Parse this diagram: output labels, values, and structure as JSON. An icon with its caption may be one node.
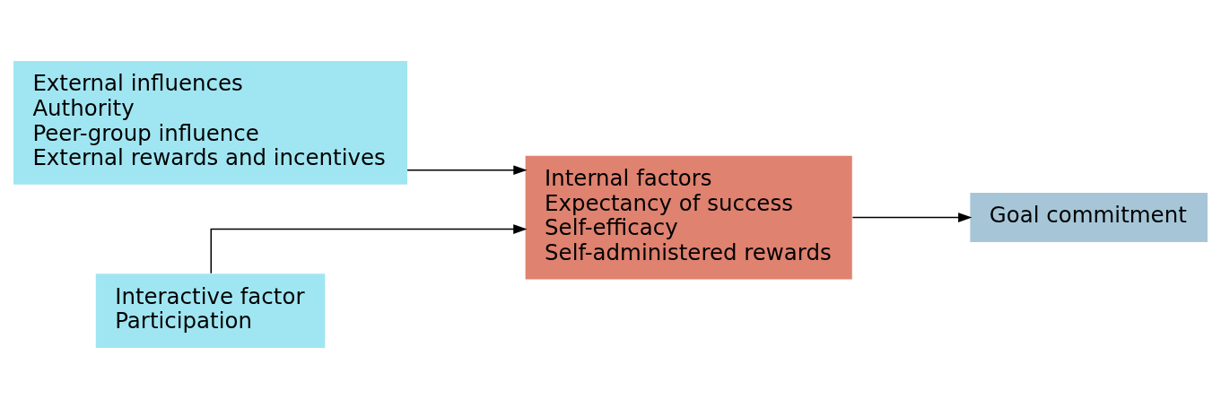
{
  "diagram": {
    "nodes": [
      {
        "text": [
          "External influences",
          "Authority",
          "Peer-group influence",
          "External rewards and incentives"
        ]
      },
      {
        "text": [
          "Interactive factor",
          "Participation"
        ]
      },
      {
        "text": [
          "Internal factors",
          "Expectancy of success",
          "Self-efficacy",
          "Self-administered rewards"
        ]
      },
      {
        "text": [
          "Goal commitment"
        ]
      }
    ],
    "edges": [
      {
        "from": 0,
        "to": 2,
        "arrow": "to"
      },
      {
        "from": 1,
        "to": 2,
        "arrow": "to"
      },
      {
        "from": 2,
        "to": 3,
        "arrow": "to"
      }
    ]
  }
}
